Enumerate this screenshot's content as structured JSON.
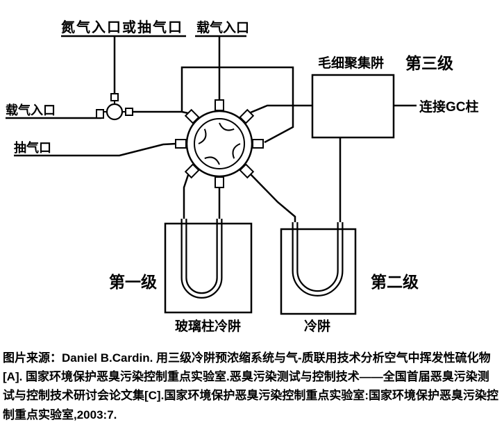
{
  "diagram": {
    "labels": {
      "nitrogen_inlet": "氮气入口或抽气口",
      "carrier_gas_inlet_top": "载气入口",
      "carrier_gas_inlet_left": "载气入口",
      "pump_outlet": "抽气口",
      "capillary_trap": "毛细聚集阱",
      "stage_three": "第三级",
      "gc_column": "连接GC柱",
      "stage_one": "第一级",
      "stage_two": "第二级",
      "glass_column_trap": "玻璃柱冷阱",
      "cold_trap": "冷阱"
    },
    "colors": {
      "line": "#000000",
      "stage_label": "#f20000",
      "background": "#ffffff"
    }
  },
  "caption": {
    "text": "图片来源：Daniel B.Cardin. 用三级冷阱预浓缩系统与气-质联用技术分析空气中挥发性硫化物[A]. 国家环境保护恶臭污染控制重点实验室.恶臭污染测试与控制技术——全国首届恶臭污染测试与控制技术研讨会论文集[C].国家环境保护恶臭污染控制重点实验室:国家环境保护恶臭污染控制重点实验室,2003:7."
  }
}
